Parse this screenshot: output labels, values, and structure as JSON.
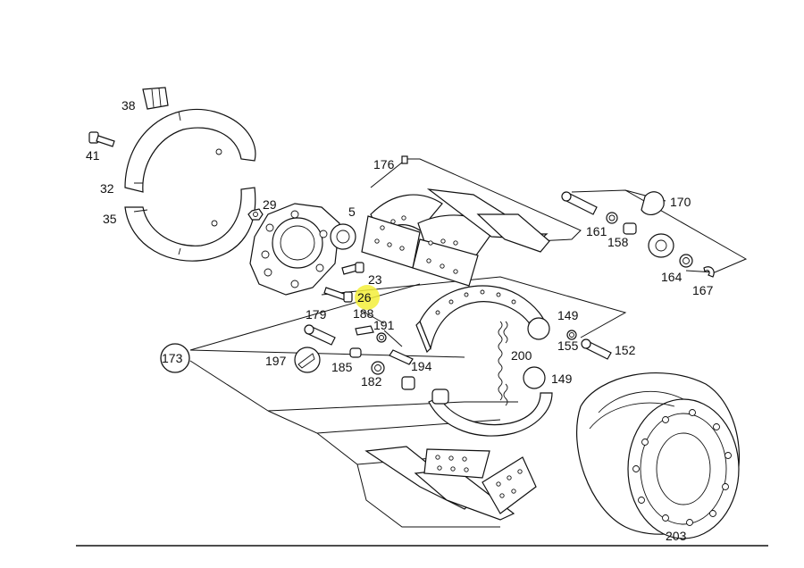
{
  "diagram": {
    "labels": {
      "p38": "38",
      "p41": "41",
      "p32": "32",
      "p35": "35",
      "p29": "29",
      "p5": "5",
      "p23": "23",
      "p26": "26",
      "p176": "176",
      "p170": "170",
      "p161": "161",
      "p158": "158",
      "p164": "164",
      "p167": "167",
      "p179": "179",
      "p188": "188",
      "p191": "191",
      "p173": "173",
      "p197": "197",
      "p185": "185",
      "p194": "194",
      "p182": "182",
      "p149a": "149",
      "p155": "155",
      "p152": "152",
      "p200": "200",
      "p149b": "149",
      "p203": "203"
    },
    "highlight_color": "#f3ee3a",
    "line_color": "#111111"
  }
}
